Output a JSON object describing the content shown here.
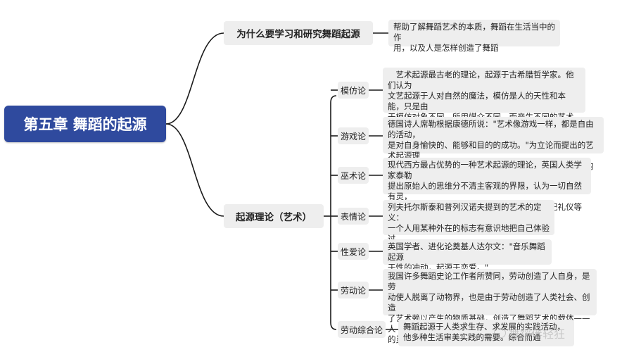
{
  "root": {
    "title": "第五章 舞蹈的起源"
  },
  "why": {
    "title": "为什么要学习和研究舞蹈起源",
    "text": "帮助了解舞蹈艺术的本质，舞蹈在生活当中的作\n用，以及人是怎样创造了舞蹈"
  },
  "theory": {
    "title": "起源理论（艺术）",
    "items": [
      {
        "label": "模仿论",
        "text": "　艺术起源最古老的理论，起源于古希腊哲学家。他们认为\n文艺起源于人对自然的魔法，模仿是人的天性和本能，只是由\n于模仿对象不同、所用媒介不同，而产生不同的艺术种类。\n　舞蹈是用有节奏的动作对各种野兽动作和习性的模仿。"
      },
      {
        "label": "游戏论",
        "text": "德国诗人席勒根据康德所说：\"艺术像游戏一样，都是自由的活动，\n是对自身愉快的、能够和目的的成功。\"为立论而提出的艺术起源理\n论。游戏是自由人性的表现，而艺术的根本起因是\"游戏的冲动\""
      },
      {
        "label": "巫术论",
        "text": "现代西方最占优势的一种艺术起源的理论，英国人类学家泰勒\n提出原始人的思维分不清主客观的界限，认为一切自然有灵，\n因而产生图腾崇拜、原始宗教、魔法巫术、祭祀礼仪等活动。"
      },
      {
        "label": "表情论",
        "text": "列夫托尔斯泰和普列汉诺夫提到的艺术的定义：\n一个人用某种外在的标志有意识地把自己体验过\n的情感传达给别人，使其感同身受。"
      },
      {
        "label": "性爱论",
        "text": "英国学者、进化论奠基人达尔文：\"音乐舞蹈起源\n于性的冲动，起源于恋爱。\""
      },
      {
        "label": "劳动论",
        "text": "我国许多舞蹈史论工作者所赞同，劳动创造了人自身，是劳\n动使人脱离了动物界，也是由于劳动创造了人类社会、创造\n了艺术赖以产生的物质基础，创造了舞蹈艺术的载体——人\n的灵活自如地、健美的、有着丰富表情功能的身体。"
      },
      {
        "label": "劳动综合论",
        "text": "舞蹈起源于人类求生存、求发展的实践活动，\n他多种生活审美实践的需要。综合而通"
      }
    ]
  },
  "watermark": {
    "text": "舞蹈伴轻狂"
  }
}
